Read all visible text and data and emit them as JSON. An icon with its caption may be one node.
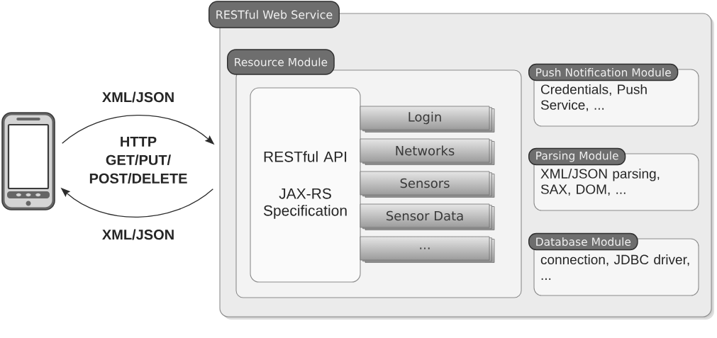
{
  "diagram": {
    "nodes": [
      {
        "text": [],
        "shape": "picture"
      },
      {
        "text": [
          "RESTful Web Service"
        ]
      },
      {
        "text": [
          "Resource Module"
        ],
        "in": 1
      },
      {
        "text": [
          "RESTful API",
          "JAX-RS Specification"
        ],
        "in": 2
      },
      {
        "text": [
          "Login"
        ],
        "in": 2
      },
      {
        "text": [
          "Networks"
        ],
        "in": 2
      },
      {
        "text": [
          "Sensors"
        ],
        "in": 2
      },
      {
        "text": [
          "Sensor Data"
        ],
        "in": 2
      },
      {
        "text": [
          "..."
        ],
        "in": 2
      },
      {
        "text": [
          "Push Notification Module",
          "Credentials, Push Service, ..."
        ],
        "in": 1
      },
      {
        "text": [
          "Parsing Module",
          "XML/JSON parsing, SAX, DOM, ..."
        ],
        "in": 1
      },
      {
        "text": [
          "Database Module",
          "connection, JDBC driver, ..."
        ],
        "in": 1
      }
    ],
    "edges": [
      {
        "from": 0,
        "to": 1,
        "arrow": "to",
        "label": "XML/JSON"
      },
      {
        "from": 1,
        "to": 0,
        "arrow": "to",
        "label": "XML/JSON"
      }
    ],
    "labels": [
      "HTTP GET/PUT/ POST/DELETE"
    ]
  }
}
